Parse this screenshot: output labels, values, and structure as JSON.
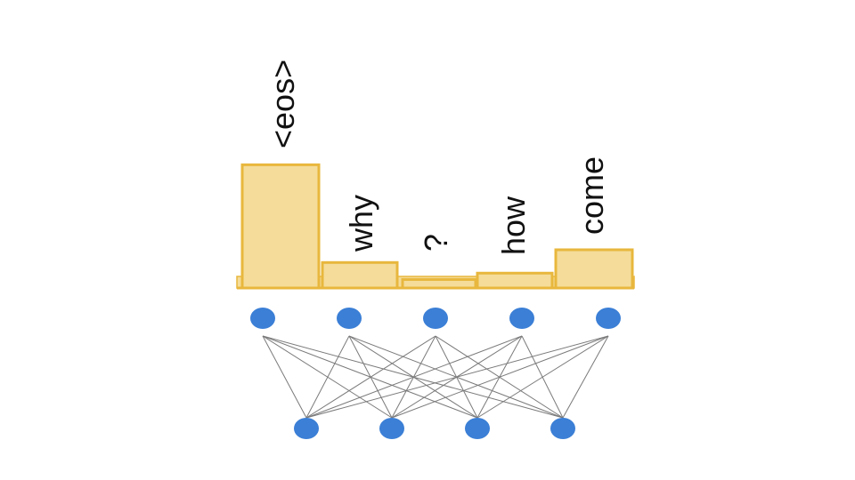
{
  "chart_data": {
    "type": "bar",
    "categories": [
      "<eos>",
      "why",
      "?",
      "how",
      "come"
    ],
    "values": [
      0.29,
      0.06,
      0.02,
      0.035,
      0.09
    ],
    "title": "",
    "xlabel": "",
    "ylabel": ""
  },
  "network": {
    "output_nodes": 5,
    "input_nodes": 4
  },
  "colors": {
    "bar_fill": "#f5dc9a",
    "bar_stroke": "#e8b73d",
    "node": "#3b7fd6",
    "edge": "#7a7a7a"
  }
}
